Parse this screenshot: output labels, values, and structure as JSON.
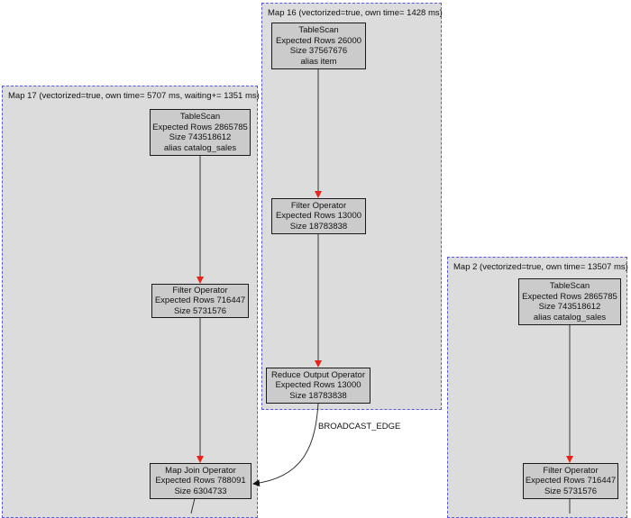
{
  "clusters": {
    "map16": {
      "title": "Map 16 (vectorized=true, own time= 1428 ms)"
    },
    "map17": {
      "title": "Map 17 (vectorized=true, own time= 5707 ms, waiting+= 1351 ms)"
    },
    "map2": {
      "title": "Map 2 (vectorized=true, own time= 13507 ms)"
    }
  },
  "nodes": {
    "m16_scan": {
      "lines": [
        "TableScan",
        "Expected Rows 26000",
        "Size 37567676",
        "alias item"
      ]
    },
    "m16_filter": {
      "lines": [
        "Filter Operator",
        "Expected Rows 13000",
        "Size 18783838"
      ]
    },
    "m16_reduce": {
      "lines": [
        "Reduce Output Operator",
        "Expected Rows 13000",
        "Size 18783838"
      ]
    },
    "m17_scan": {
      "lines": [
        "TableScan",
        "Expected Rows 2865785",
        "Size 743518612",
        "alias catalog_sales"
      ]
    },
    "m17_filter": {
      "lines": [
        "Filter Operator",
        "Expected Rows 716447",
        "Size 5731576"
      ]
    },
    "m17_join": {
      "lines": [
        "Map Join Operator",
        "Expected Rows 788091",
        "Size 6304733"
      ]
    },
    "m2_scan": {
      "lines": [
        "TableScan",
        "Expected Rows 2865785",
        "Size 743518612",
        "alias catalog_sales"
      ]
    },
    "m2_filter": {
      "lines": [
        "Filter Operator",
        "Expected Rows 716447",
        "Size 5731576"
      ]
    }
  },
  "edges": {
    "broadcast_label": "BROADCAST_EDGE",
    "red_arrow_color": "#e8231a",
    "black_arrow_color": "#111111"
  }
}
